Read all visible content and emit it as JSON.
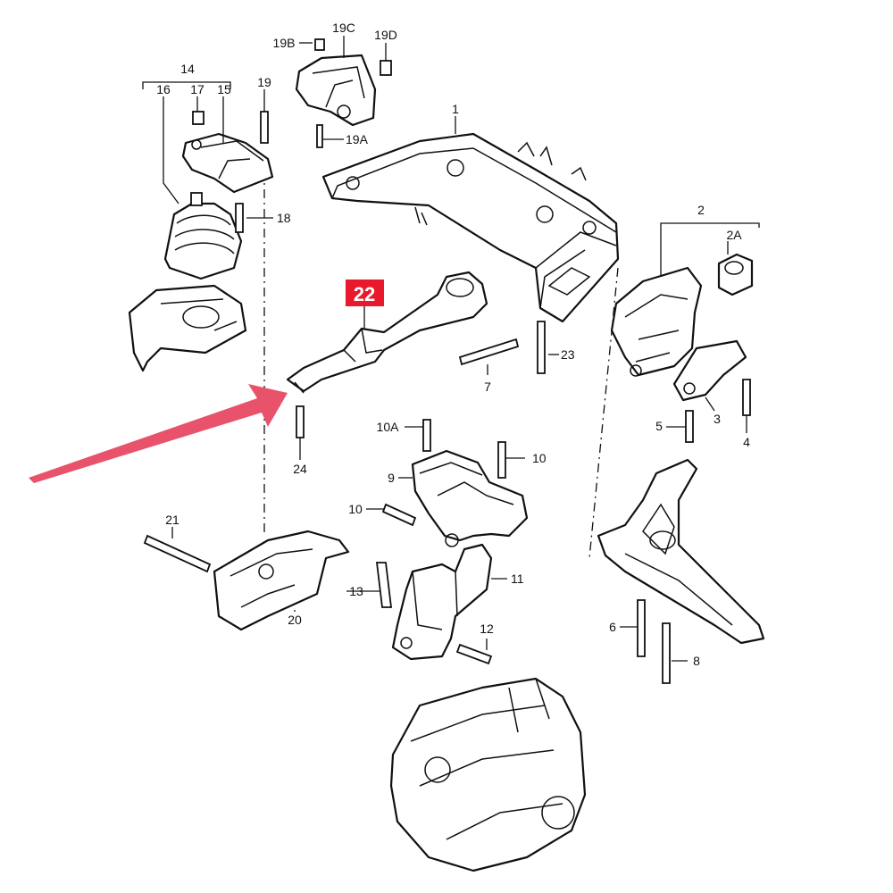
{
  "labels": {
    "l1": "1",
    "l2": "2",
    "l2a": "2A",
    "l3": "3",
    "l4": "4",
    "l5": "5",
    "l6": "6",
    "l7": "7",
    "l8": "8",
    "l9": "9",
    "l10a": "10A",
    "l10b": "10",
    "l10c": "10",
    "l11": "11",
    "l12": "12",
    "l13": "13",
    "l14": "14",
    "l15": "15",
    "l16": "16",
    "l17": "17",
    "l18": "18",
    "l19": "19",
    "l19a": "19A",
    "l19b": "19B",
    "l19c": "19C",
    "l19d": "19D",
    "l20": "20",
    "l21": "21",
    "l23": "23",
    "l24": "24"
  },
  "highlight": {
    "label": "22",
    "color": "#e8192c"
  },
  "arrow": {
    "color": "#e8526a"
  }
}
